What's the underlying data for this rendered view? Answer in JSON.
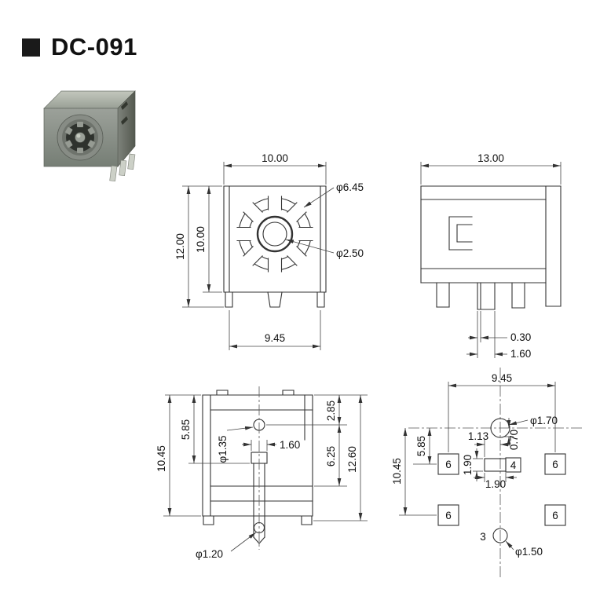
{
  "title": "DC-091",
  "colors": {
    "line": "#333333",
    "text": "#111111",
    "background": "#ffffff"
  },
  "views": {
    "front": {
      "dims": {
        "width_top": "10.00",
        "height_outer": "12.00",
        "height_inner": "10.00",
        "dia_ring": "φ6.45",
        "dia_pin_hole": "φ2.50",
        "width_bottom": "9.45"
      }
    },
    "side": {
      "dims": {
        "width_top": "13.00",
        "pin_thickness": "0.30",
        "pin_width": "1.60"
      }
    },
    "profile": {
      "dims": {
        "height_outer_left": "10.45",
        "height_inner_left": "5.85",
        "top_to_hole": "2.85",
        "hole_to_step": "6.25",
        "height_outer_right": "12.60",
        "dia_hole_top": "φ1.35",
        "slot_width": "1.60",
        "dia_hole_bottom": "φ1.20"
      }
    },
    "pcb": {
      "dims": {
        "width_top": "9.45",
        "height_outer": "10.45",
        "height_inner": "5.85",
        "dia_hole_top": "φ1.70",
        "offset_x": "1.13",
        "offset_y": "0.70",
        "slot_height": "1.90",
        "slot_width": "1.90",
        "pad_center_label": "4",
        "pad_corner_label": "6",
        "pin_label": "3",
        "dia_hole_bottom": "φ1.50"
      }
    }
  }
}
